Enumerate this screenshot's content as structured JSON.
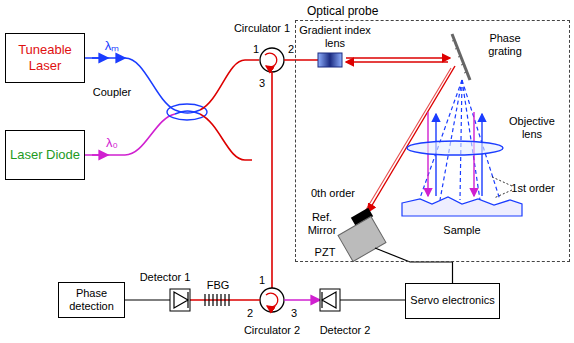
{
  "diagram": {
    "nodes": [
      {
        "text": [
          "Tuneable Laser"
        ]
      },
      {
        "text": [
          "Laser Diode"
        ]
      },
      {
        "text": [
          "Optical probe"
        ]
      },
      {
        "text": [
          "Phase detection"
        ]
      },
      {
        "text": [
          "Servo electronics"
        ]
      }
    ],
    "edges": [
      {
        "from": 4,
        "to": 2,
        "arrow": "none"
      }
    ],
    "labels": [
      "λₘ",
      "λ₀",
      "Coupler",
      "Circulator 1",
      "1",
      "2",
      "3",
      "Gradient index lens",
      "Phase grating",
      "0th order",
      "Objective lens",
      "Ref. Mirror",
      "1st order",
      "PZT",
      "Sample",
      "1",
      "2",
      "3",
      "Circulator 2",
      "Detector 1",
      "FBG",
      "Detector 2"
    ]
  }
}
